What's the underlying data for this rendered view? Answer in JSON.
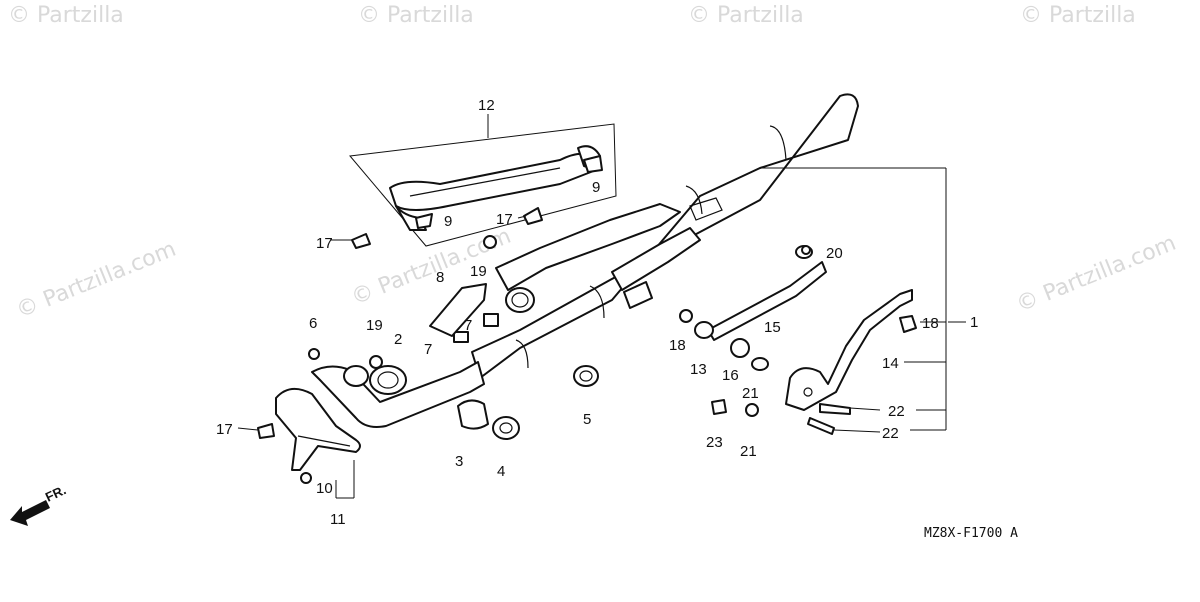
{
  "diagram": {
    "drawing_code": "MZ8X-F1700 A",
    "direction_label": "FR.",
    "watermark": {
      "brand": "© Partzilla.com",
      "brand_short": "© Partzilla"
    },
    "callouts": {
      "c1": "1",
      "c2": "2",
      "c3": "3",
      "c4": "4",
      "c5": "5",
      "c6": "6",
      "c7a": "7",
      "c7b": "7",
      "c8": "8",
      "c9a": "9",
      "c9b": "9",
      "c10": "10",
      "c11": "11",
      "c12": "12",
      "c13": "13",
      "c14": "14",
      "c15": "15",
      "c16": "16",
      "c17a": "17",
      "c17b": "17",
      "c17c": "17",
      "c18a": "18",
      "c18b": "18",
      "c19a": "19",
      "c19b": "19",
      "c20": "20",
      "c21a": "21",
      "c21b": "21",
      "c22a": "22",
      "c22b": "22",
      "c23": "23"
    }
  }
}
